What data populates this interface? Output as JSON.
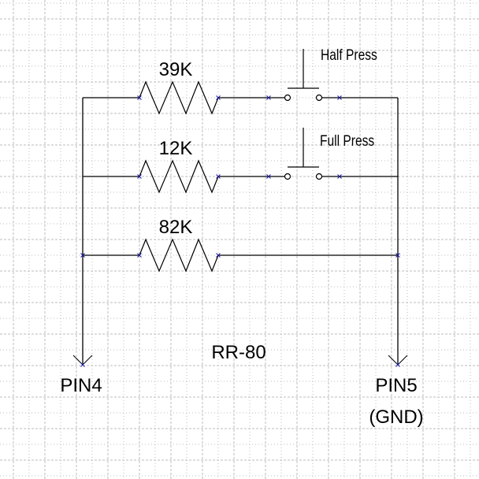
{
  "diagram": {
    "title": "RR-80",
    "type": "circuit-schematic",
    "colors": {
      "wire": "#000000",
      "junction_marker": "#1a1aa0",
      "grid": "#bdbdbd",
      "background": "#ffffff"
    },
    "resistors": [
      {
        "id": "r1",
        "label": "39K",
        "branch": 1
      },
      {
        "id": "r2",
        "label": "12K",
        "branch": 2
      },
      {
        "id": "r3",
        "label": "82K",
        "branch": 3
      }
    ],
    "switches": [
      {
        "id": "s1",
        "label": "Half Press",
        "branch": 1
      },
      {
        "id": "s2",
        "label": "Full Press",
        "branch": 2
      }
    ],
    "terminals": [
      {
        "id": "pin4",
        "label": "PIN4",
        "sublabel": ""
      },
      {
        "id": "pin5",
        "label": "PIN5",
        "sublabel": "(GND)"
      }
    ]
  }
}
